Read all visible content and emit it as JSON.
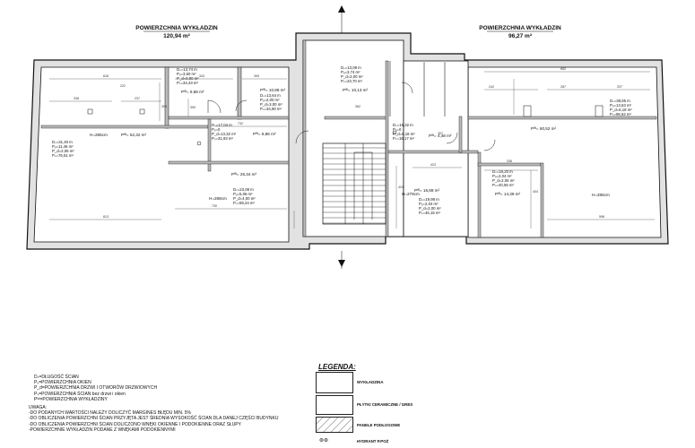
{
  "headers": {
    "left_title": "POWIERZCHNIA WYKŁADZIN",
    "left_area": "120,94 m²",
    "right_title": "POWIERZCHNIA WYKŁADZIN",
    "right_area": "96,27 m²"
  },
  "rooms": {
    "r1": [
      "Dₛ=13,74 m",
      "Pₒ=3,60 m²",
      "P_d=0,00 m²",
      "Pₛ=34,43 m²"
    ],
    "r1_pw": "9,68 m²",
    "r2": [
      "Dₛ=13,64 m",
      "Pₒ=2,00 m²",
      "P_d=3,00 m²",
      "Pₛ=34,90 m²"
    ],
    "r2_pw": "10,88 m²",
    "r3": [
      "Dₛ=13,08 m",
      "Pₒ=3,74 m²",
      "P_d=2,00 m²",
      "Pₛ=23,70 m²"
    ],
    "r3_pw": "10,13 m²",
    "r4": [
      "Dₛ=17,04 m",
      "Pₒ=0",
      "P_d=13,32 m²",
      "Pₛ=31,93 m²"
    ],
    "r4_pw": "8,86 m²",
    "r5": [
      "Dₛ=31,40 m",
      "Pₒ=11,46 m²",
      "P_d=2,06 m²",
      "Pₛ=76,51 m²"
    ],
    "r5_pw": "52,32 m²",
    "r5_h": "H=285cm",
    "r6": [
      "Dₛ=23,08 m",
      "Pₒ=5,06 m²",
      "P_d=4,00 m²",
      "Pₛ=59,24 m²"
    ],
    "r6_pw": "26,34 m²",
    "r6_h": "H=288cm",
    "r7": [
      "Dₛ=16,32 m",
      "Pₒ=0",
      "P_d=6,18 m²",
      "Pₛ=16,17 m²"
    ],
    "r7_pw": "4,48 m²",
    "r8": [
      "Dₛ=19,98 m",
      "Pₒ=2,04 m²",
      "P_d=2,00 m²",
      "Pₛ=46,15 m²"
    ],
    "r8_pw": "16,88 m²",
    "r8_h": "H=279cm",
    "r9": [
      "Dₛ=38,65 m",
      "Pₒ=13,63 m²",
      "P_d=6,18 m²",
      "Pₛ=96,62 m²"
    ],
    "r9_pw": "60,52 m²",
    "r10": [
      "Dₛ=16,20 m",
      "Pₒ=2,04 m²",
      "P_d=2,06 m²",
      "Pₛ=40,56 m²"
    ],
    "r10_pw": "14,39 m²",
    "r10_h": "H=286cm"
  },
  "dims": [
    "616",
    "338",
    "222",
    "237",
    "813",
    "305",
    "343",
    "390",
    "732",
    "362",
    "423",
    "336",
    "307",
    "652",
    "287",
    "207",
    "242",
    "404",
    "596",
    "424",
    "304",
    "730"
  ],
  "notes": {
    "defs": [
      "Dₛ=DŁUGOŚĆ ŚCIAN",
      "Pₒ=POWIERZCHNIA OKIEN",
      "P_d=POWIERZCHNIA DRZWI I OTWORÓW DRZWIOWYCH",
      "Pₛ=POWIERZCHNIA ŚCIAN bez drzwi i okien",
      "Pᵂ=POWIERZCHNIA WYKŁADZINY"
    ],
    "uwaga_title": "UWAGA:",
    "uwaga": [
      "-DO PODANYCH WARTOŚCI NALEŻY DOLICZYĆ MARGINES BŁĘDU MIN. 5%",
      "-DO OBLICZENIA POWIERZCHNI ŚCIAN PRZYJĘTA JEST ŚREDNIA WYSOKOŚĆ ŚCIAN DLA DANEJ CZĘŚCI BUDYNKU",
      "-DO OBLICZENIA POWIERZCHNI ŚCIAN DOLICZONO WNĘKI OKIENNE I PODOKIENNE ORAZ SŁUPY",
      "-POWIERZCHNIE WYKŁADZIN PODANE Z WNĘKAMI PODOKIENNYMI"
    ]
  },
  "legend": {
    "title": "LEGENDA:",
    "items": [
      "WYKŁADZINA",
      "PŁYTKI CERAMICZNE / GRES",
      "PANELE PODŁOGOWE",
      "HYDRANT P.POŻ"
    ]
  }
}
